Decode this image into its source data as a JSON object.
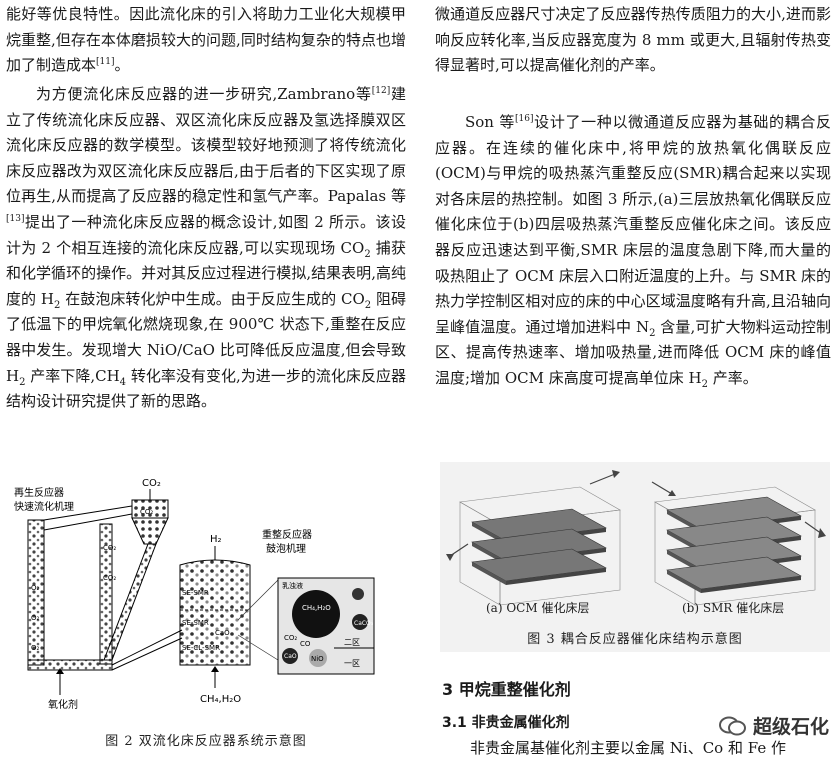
{
  "left": {
    "p1": "能好等优良特性。因此流化床的引入将助力工业化大规模甲烷重整,但存在本体磨损较大的问题,同时结构复杂的特点也增加了制造成本",
    "p1_ref": "[11]",
    "p1_end": "。",
    "p2_a": "为方便流化床反应器的进一步研究,Zambrano等",
    "p2_ref1": "[12]",
    "p2_b": "建立了传统流化床反应器、双区流化床反应器及氢选择膜双区流化床反应器的数学模型。该模型较好地预测了将传统流化床反应器改为双区流化床反应器后,由于后者的下区实现了原位再生,从而提高了反应器的稳定性和氢气产率。Papalas 等",
    "p2_ref2": "[13]",
    "p2_c": "提出了一种流化床反应器的概念设计,如图 2 所示。该设计为 2 个相互连接的流化床反应器,可以实现现场 CO",
    "p2_sub1": "2",
    "p2_d": " 捕获和化学循环的操作。并对其反应过程进行模拟,结果表明,高纯度的 H",
    "p2_sub2": "2",
    "p2_e": " 在鼓泡床转化炉中生成。由于反应生成的 CO",
    "p2_sub3": "2",
    "p2_f": " 阻碍了低温下的甲烷氧化燃烧现象,在 900℃ 状态下,重整在反应器中发生。发现增大 NiO/CaO 比可降低反应温度,但会导致 H",
    "p2_sub4": "2",
    "p2_g": " 产率下降,CH",
    "p2_sub5": "4",
    "p2_h": " 转化率没有变化,为进一步的流化床反应器结构设计研究提供了新的思路。"
  },
  "fig2": {
    "label_regen": "再生反应器",
    "label_regen2": "快速流化机理",
    "label_co2_top": "CO₂",
    "label_h2": "H₂",
    "label_reform": "重整反应器",
    "label_reform2": "鼓泡机理",
    "label_emulsion": "乳浊液",
    "label_ch4h2o": "CH₄,H₂O",
    "label_zone2": "二区",
    "label_zone1": "一区",
    "label_nio": "NiO",
    "label_caco3": "CaCO₃",
    "label_cao": "CaO",
    "label_co2": "CO₂",
    "label_co": "CO",
    "label_sesmr1": "SE-SMR",
    "label_sesmr2": "SE-SMR",
    "label_seclsmr": "SE-CL-SMR",
    "label_cao2": "CaO",
    "label_o2a": "O₂",
    "label_o2b": "O₂",
    "label_o2c": "O₂",
    "label_co2a": "CO₂",
    "label_co2b": "CO₂",
    "label_co2c": "CO₂",
    "label_oxidant": "氧化剂",
    "label_feed": "CH₄,H₂O",
    "caption": "图 2   双流化床反应器系统示意图"
  },
  "right": {
    "p1": "微通道反应器尺寸决定了反应器传热传质阻力的大小,进而影响反应转化率,当反应器宽度为 8 mm 或更大,且辐射传热变得显著时,可以提高催化剂的产率。",
    "p2_a": "Son 等",
    "p2_ref": "[16]",
    "p2_b": "设计了一种以微通道反应器为基础的耦合反应器。在连续的催化床中,将甲烷的放热氧化偶联反应(OCM)与甲烷的吸热蒸汽重整反应(SMR)耦合起来以实现对各床层的热控制。如图 3 所示,(a)三层放热氧化偶联反应催化床位于(b)四层吸热蒸汽重整反应催化床之间。该反应器反应迅速达到平衡,SMR 床层的温度急剧下降,而大量的吸热阻止了 OCM 床层入口附近温度的上升。与 SMR 床的热力学控制区相对应的床的中心区域温度略有升高,且沿轴向呈峰值温度。通过增加进料中 N",
    "p2_sub1": "2",
    "p2_c": " 含量,可扩大物料运动控制区、提高传热速率、增加吸热量,进而降低 OCM 床的峰值温度;增加 OCM 床高度可提高单位床 H",
    "p2_sub2": "2",
    "p2_d": " 产率。"
  },
  "fig3": {
    "sub_a": "(a) OCM 催化床层",
    "sub_b": "(b) SMR 催化床层",
    "caption": "图 3   耦合反应器催化床结构示意图"
  },
  "sections": {
    "h2": "3   甲烷重整催化剂",
    "h3": "3.1   非贵金属催化剂",
    "body": "非贵金属基催化剂主要以金属 Ni、Co 和 Fe 作"
  },
  "watermark": {
    "text": "超级石化"
  }
}
